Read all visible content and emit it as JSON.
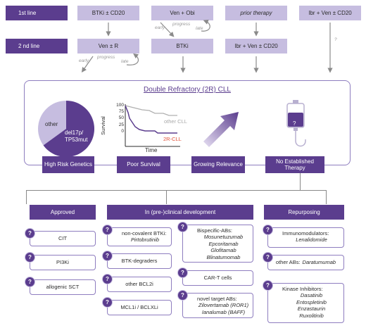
{
  "rows": {
    "first_line_label": "1st line",
    "second_line_label": "2 nd line",
    "first_line": [
      "BTKi ± CD20",
      "Ven + Obi",
      "prior therapy",
      "Ibr + Ven ± CD20"
    ],
    "second_line": [
      "Ven ± R",
      "BTKi",
      "Ibr + Ven ± CD20"
    ]
  },
  "flow_labels": {
    "early": "early",
    "progress": "progress",
    "late": "late",
    "question": "?"
  },
  "main": {
    "title": "Double Refractory (2R) CLL",
    "pie": {
      "label_other": "other",
      "label_del": "del17p/ TP53mut",
      "del_fraction": 0.65,
      "colors": {
        "other": "#c6bde0",
        "del": "#5b3d8e"
      }
    },
    "survival": {
      "ylabel": "Survival",
      "xlabel": "Time",
      "yticks": [
        "100",
        "75",
        "50",
        "25",
        "0"
      ],
      "series_other": "other CLL",
      "series_2r": "2R-CLL",
      "colors": {
        "other": "#b0b0b0",
        "two_r": "#5b3d8e",
        "two_r_label": "#e0523a"
      }
    },
    "bottom_boxes": [
      "High Risk Genetics",
      "Poor Survival",
      "Growing Relevance",
      "No Established Therapy"
    ]
  },
  "categories": {
    "approved": {
      "title": "Approved",
      "items": [
        [
          "CIT"
        ],
        [
          "PI3Ki"
        ],
        [
          "allogenic SCT"
        ]
      ]
    },
    "preclinical": {
      "title": "In (pre-)clinical development",
      "left": [
        {
          "head": "non-covalent BTKi:",
          "drugs": [
            "Pirtobrutinib"
          ]
        },
        {
          "head": "BTK-degraders",
          "drugs": []
        },
        {
          "head": "other BCL2i",
          "drugs": []
        },
        {
          "head": "MCL1i / BCLXLi",
          "drugs": []
        }
      ],
      "right": [
        {
          "head": "Bispecific-ABs:",
          "drugs": [
            "Mosunetuzumab",
            "Epcoritamab",
            "Glofitamab",
            "Blinatumomab"
          ]
        },
        {
          "head": "CAR-T cells",
          "drugs": []
        },
        {
          "head": "novel target ABs:",
          "drugs": [
            "Zilovertamab (ROR1)",
            "Ianalumab (BAFF)"
          ]
        }
      ]
    },
    "repurposing": {
      "title": "Repurposing",
      "items": [
        {
          "head": "Immunomodulators:",
          "drugs": [
            "Lenalidomide"
          ]
        },
        {
          "head": "other ABs:",
          "drugs": [
            "Daratumumab"
          ]
        },
        {
          "head": "Kinase Inhibitors:",
          "drugs": [
            "Dasatinib",
            "Entospletinib",
            "Enzastaurin",
            "Ruxolitinib"
          ]
        }
      ]
    },
    "badge": "?"
  },
  "icon": {
    "iv_bag_label": "?"
  }
}
